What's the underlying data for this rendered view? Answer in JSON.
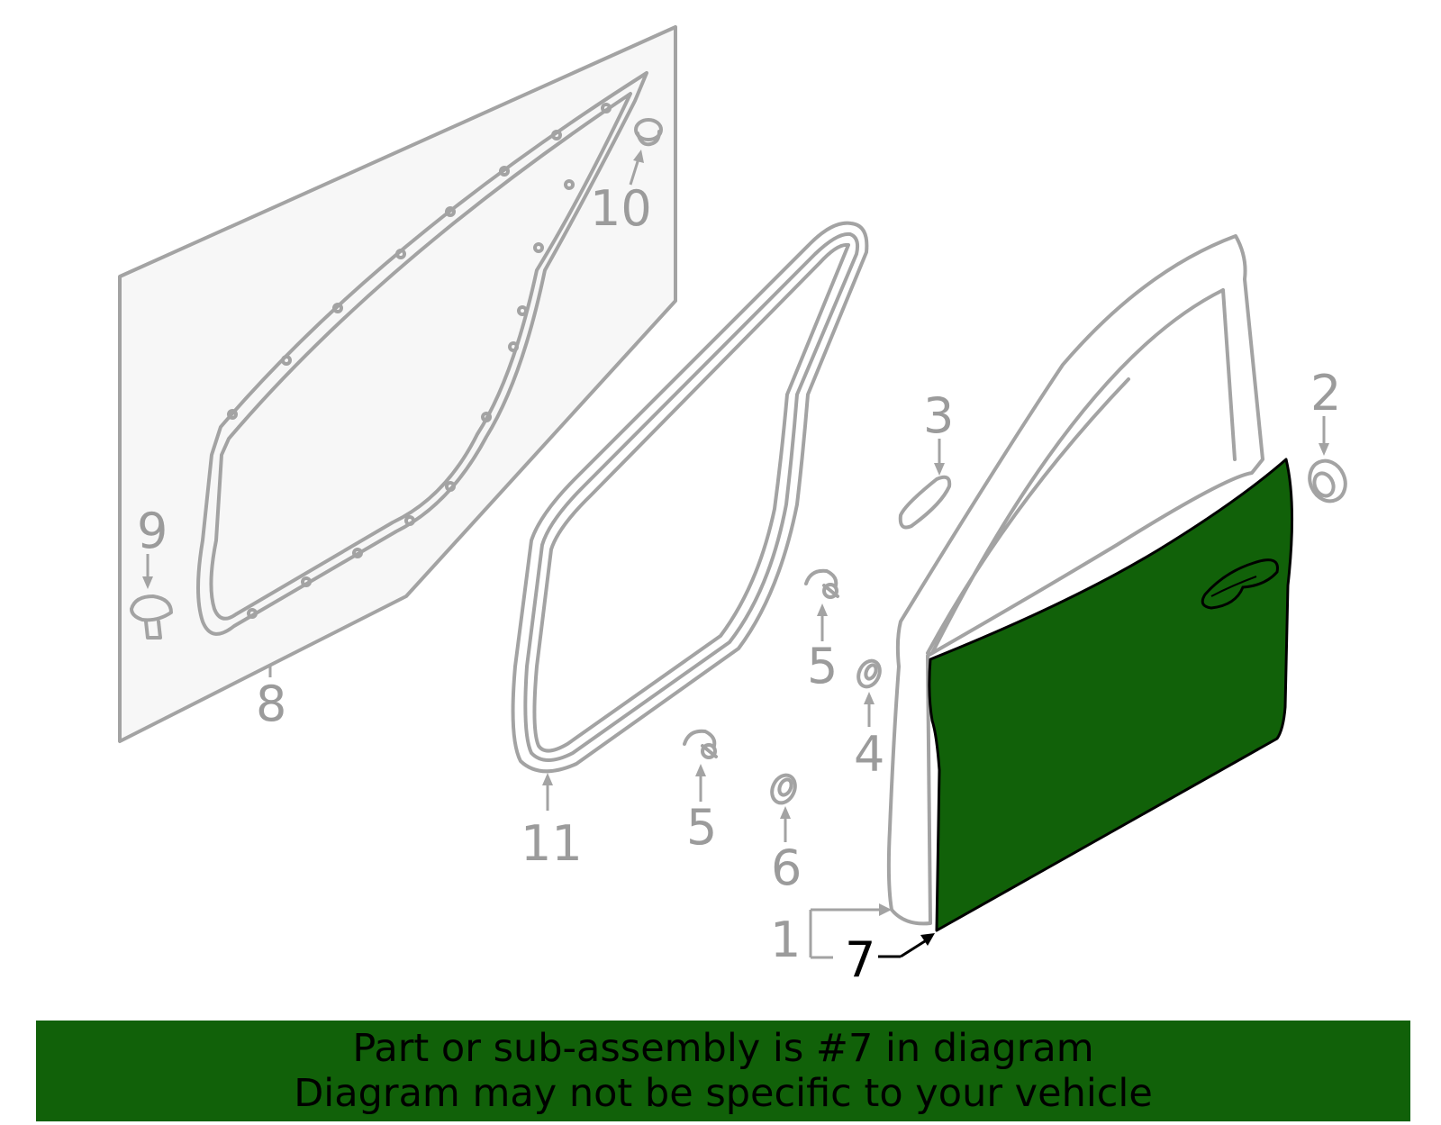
{
  "callouts": {
    "c1": "1",
    "c2": "2",
    "c3": "3",
    "c4": "4",
    "c5a": "5",
    "c5b": "5",
    "c6": "6",
    "c7": "7",
    "c8": "8",
    "c9": "9",
    "c10": "10",
    "c11": "11"
  },
  "highlight": {
    "part_number": "7",
    "color": "#116109"
  },
  "banner": {
    "line1": "Part or sub-assembly is #7 in diagram",
    "line2": "Diagram may not be specific to your vehicle",
    "color": "#116109"
  }
}
